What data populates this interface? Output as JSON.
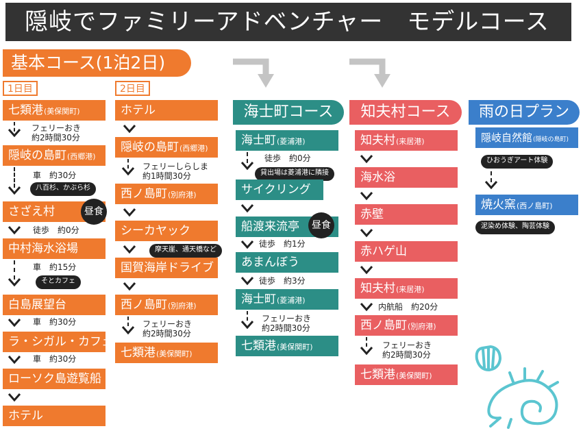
{
  "title": "隠岐でファミリーアドベンチャー　モデルコース",
  "basic": {
    "heading": "基本コース(1泊2日)",
    "day1": {
      "label": "1日目",
      "steps": [
        {
          "name": "七類港",
          "sub": "(美保関町)"
        },
        {
          "name": "隠岐の島町",
          "sub": "(西郷港)"
        },
        {
          "name": "さざえ村",
          "sub": ""
        },
        {
          "name": "中村海水浴場",
          "sub": ""
        },
        {
          "name": "白島展望台",
          "sub": ""
        },
        {
          "name": "ラ・シガル・カフェ",
          "sub": ""
        },
        {
          "name": "ローソク島遊覧船",
          "sub": ""
        },
        {
          "name": "ホテル",
          "sub": ""
        }
      ],
      "transits": [
        {
          "line1": "フェリーおき",
          "line2": "約2時間30分"
        },
        {
          "line1": "車　約30分",
          "line2": ""
        },
        {
          "line1": "徒歩　約0分",
          "line2": ""
        },
        {
          "line1": "車　約15分",
          "line2": ""
        },
        {
          "line1": "車　約30分",
          "line2": ""
        },
        {
          "line1": "車　約30分",
          "line2": ""
        }
      ],
      "bubbles": [
        "八百杉、かぶら杉",
        "そとカフェ"
      ],
      "lunch": "昼食"
    },
    "day2": {
      "label": "2日目",
      "steps": [
        {
          "name": "ホテル",
          "sub": ""
        },
        {
          "name": "隠岐の島町",
          "sub": "(西郷港)"
        },
        {
          "name": "西ノ島町",
          "sub": "(別府港)"
        },
        {
          "name": "シーカヤック",
          "sub": ""
        },
        {
          "name": "国賀海岸ドライブ",
          "sub": ""
        },
        {
          "name": "西ノ島町",
          "sub": "(別府港)"
        },
        {
          "name": "七類港",
          "sub": "(美保関町)"
        }
      ],
      "transits": [
        {
          "line1": "フェリーしらしま",
          "line2": "約1時間30分"
        },
        {
          "line1": "フェリーおき",
          "line2": "約2時間30分"
        }
      ],
      "bubbles": [
        "摩天崖、通天橋など"
      ]
    }
  },
  "ama": {
    "heading": "海士町コース",
    "steps": [
      {
        "name": "海士町",
        "sub": "(菱浦港)"
      },
      {
        "name": "サイクリング",
        "sub": ""
      },
      {
        "name": "船渡来流亭",
        "sub": ""
      },
      {
        "name": "あまんぼう",
        "sub": ""
      },
      {
        "name": "海士町",
        "sub": "(菱浦港)"
      },
      {
        "name": "七類港",
        "sub": "(美保関町)"
      }
    ],
    "transits": [
      {
        "line1": "徒歩　約0分",
        "line2": ""
      },
      {
        "line1": "徒歩　約1分",
        "line2": ""
      },
      {
        "line1": "徒歩　約3分",
        "line2": ""
      },
      {
        "line1": "フェリーおき",
        "line2": "約2時間30分"
      }
    ],
    "bubbles": [
      "貸出場は菱浦港に隣接"
    ],
    "lunch": "昼食"
  },
  "chibu": {
    "heading": "知夫村コース",
    "steps": [
      {
        "name": "知夫村",
        "sub": "(来居港)"
      },
      {
        "name": "海水浴",
        "sub": ""
      },
      {
        "name": "赤壁",
        "sub": ""
      },
      {
        "name": "赤ハゲ山",
        "sub": ""
      },
      {
        "name": "知夫村",
        "sub": "(来居港)"
      },
      {
        "name": "西ノ島町",
        "sub": "(別府港)"
      },
      {
        "name": "七類港",
        "sub": "(美保関町)"
      }
    ],
    "transits": [
      {
        "line1": "内航船　約20分",
        "line2": ""
      },
      {
        "line1": "フェリーおき",
        "line2": "約2時間30分"
      }
    ]
  },
  "rain": {
    "heading": "雨の日プラン",
    "steps": [
      {
        "name": "隠岐自然館",
        "sub": "(隠岐の島町)"
      },
      {
        "name": "焼火窯",
        "sub": "(西ノ島町)"
      }
    ],
    "bubbles": [
      "ひおうぎアート体験",
      "泥染め体験、陶芸体験"
    ]
  },
  "colors": {
    "orange": "#ef7a2e",
    "teal": "#2c8e86",
    "red": "#e95f61",
    "blue": "#3b7fcb",
    "shell": "#5bc5d0"
  }
}
